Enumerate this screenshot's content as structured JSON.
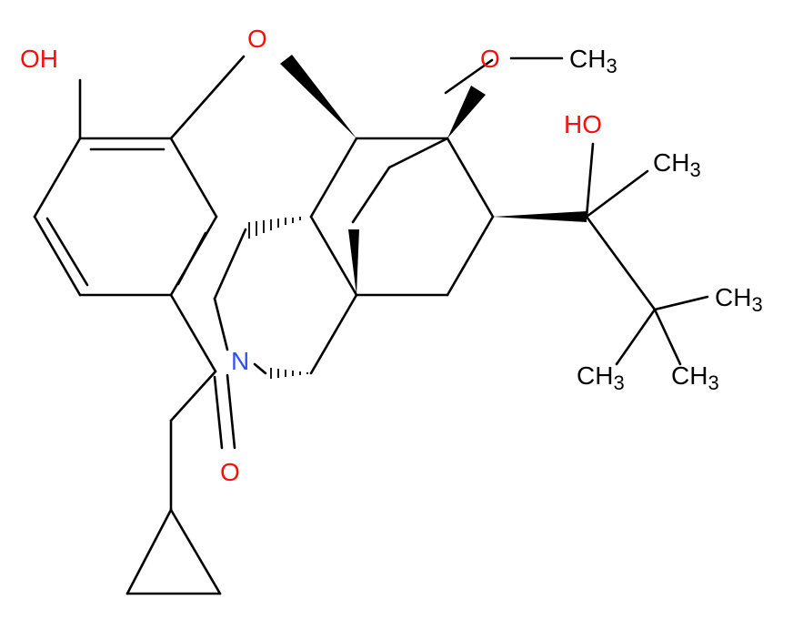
{
  "molecule": {
    "labels": {
      "hydroxyl_phenol": "OH",
      "ether_oxygen": "O",
      "methoxy_oxygen": "O",
      "methoxy_methyl": "CH",
      "methoxy_methyl_sub": "3",
      "side_hydroxyl": "HO",
      "side_methyl": "CH",
      "side_methyl_sub": "3",
      "tbutyl_methyl_1": "CH",
      "tbutyl_methyl_1_sub": "3",
      "tbutyl_methyl_2": "CH",
      "tbutyl_methyl_2_sub": "3",
      "tbutyl_methyl_3": "CH",
      "tbutyl_methyl_3_sub": "3",
      "nitrogen": "N",
      "carbonyl_oxygen": "O"
    },
    "colors": {
      "bond": "#000000",
      "oxygen": "#ff0d0d",
      "nitrogen": "#3050f8",
      "carbon_label": "#000000"
    }
  }
}
